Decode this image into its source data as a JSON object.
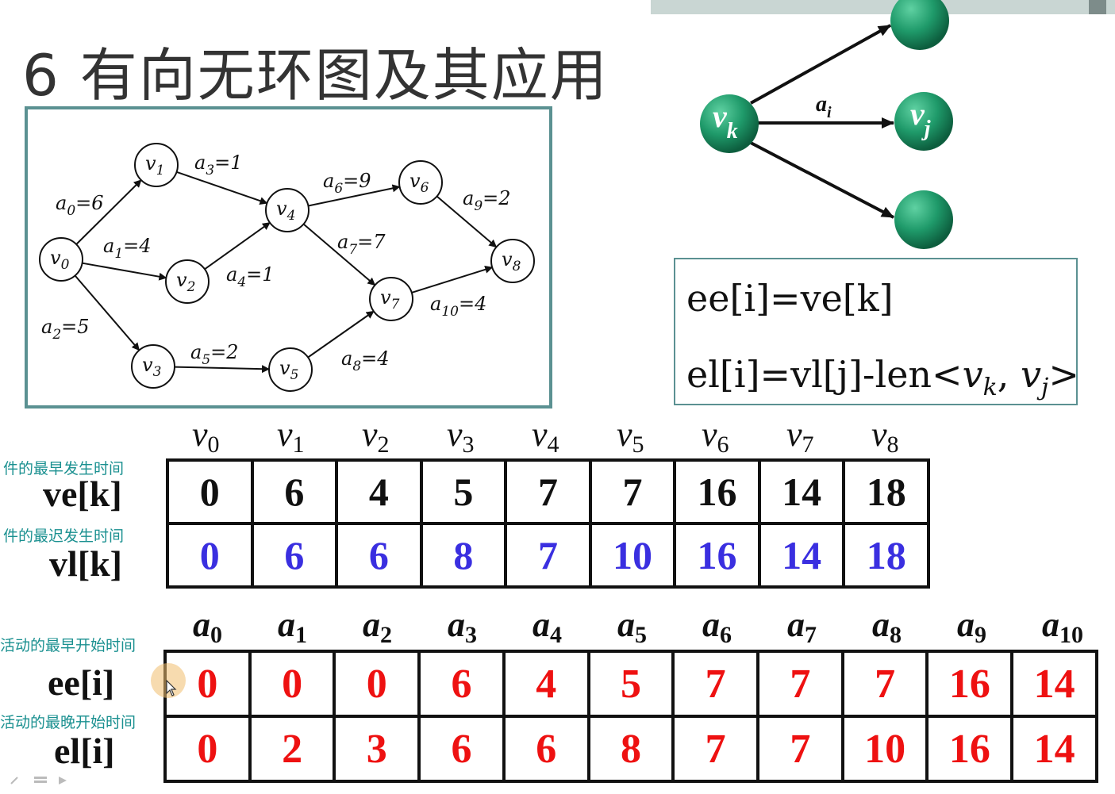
{
  "title": "6 有向无环图及其应用",
  "graph": {
    "nodes": [
      {
        "id": "v0",
        "label": "v",
        "sub": "0"
      },
      {
        "id": "v1",
        "label": "v",
        "sub": "1"
      },
      {
        "id": "v2",
        "label": "v",
        "sub": "2"
      },
      {
        "id": "v3",
        "label": "v",
        "sub": "3"
      },
      {
        "id": "v4",
        "label": "v",
        "sub": "4"
      },
      {
        "id": "v5",
        "label": "v",
        "sub": "5"
      },
      {
        "id": "v6",
        "label": "v",
        "sub": "6"
      },
      {
        "id": "v7",
        "label": "v",
        "sub": "7"
      },
      {
        "id": "v8",
        "label": "v",
        "sub": "8"
      }
    ],
    "edges": [
      {
        "from": "v0",
        "to": "v1",
        "name": "a",
        "sub": "0",
        "weight": "6"
      },
      {
        "from": "v0",
        "to": "v2",
        "name": "a",
        "sub": "1",
        "weight": "4"
      },
      {
        "from": "v0",
        "to": "v3",
        "name": "a",
        "sub": "2",
        "weight": "5"
      },
      {
        "from": "v1",
        "to": "v4",
        "name": "a",
        "sub": "3",
        "weight": "1"
      },
      {
        "from": "v2",
        "to": "v4",
        "name": "a",
        "sub": "4",
        "weight": "1"
      },
      {
        "from": "v3",
        "to": "v5",
        "name": "a",
        "sub": "5",
        "weight": "2"
      },
      {
        "from": "v4",
        "to": "v6",
        "name": "a",
        "sub": "6",
        "weight": "9"
      },
      {
        "from": "v4",
        "to": "v7",
        "name": "a",
        "sub": "7",
        "weight": "7"
      },
      {
        "from": "v5",
        "to": "v7",
        "name": "a",
        "sub": "8",
        "weight": "4"
      },
      {
        "from": "v6",
        "to": "v8",
        "name": "a",
        "sub": "9",
        "weight": "2"
      },
      {
        "from": "v7",
        "to": "v8",
        "name": "a",
        "sub": "10",
        "weight": "4"
      }
    ]
  },
  "diagram": {
    "vk_label": "v",
    "vk_sub": "k",
    "vj_label": "v",
    "vj_sub": "j",
    "edge_label": "a",
    "edge_sub": "i",
    "node_color": "#1f9a6a"
  },
  "formulas": {
    "ee": "ee[i]=ve[k]",
    "el_prefix": "el[i]=vl[j]-len<",
    "el_v1": "v",
    "el_v1_sub": "k",
    "el_sep": ", ",
    "el_v2": "v",
    "el_v2_sub": "j",
    "el_suffix": ">"
  },
  "vertex_table": {
    "headers": [
      {
        "label": "v",
        "sub": "0"
      },
      {
        "label": "v",
        "sub": "1"
      },
      {
        "label": "v",
        "sub": "2"
      },
      {
        "label": "v",
        "sub": "3"
      },
      {
        "label": "v",
        "sub": "4"
      },
      {
        "label": "v",
        "sub": "5"
      },
      {
        "label": "v",
        "sub": "6"
      },
      {
        "label": "v",
        "sub": "7"
      },
      {
        "label": "v",
        "sub": "8"
      }
    ],
    "ve_caption": "件的最早发生时间",
    "ve_label": "ve[k]",
    "ve": [
      "0",
      "6",
      "4",
      "5",
      "7",
      "7",
      "16",
      "14",
      "18"
    ],
    "vl_caption": "件的最迟发生时间",
    "vl_label": "vl[k]",
    "vl": [
      "0",
      "6",
      "6",
      "8",
      "7",
      "10",
      "16",
      "14",
      "18"
    ]
  },
  "activity_table": {
    "headers": [
      {
        "label": "a",
        "sub": "0"
      },
      {
        "label": "a",
        "sub": "1"
      },
      {
        "label": "a",
        "sub": "2"
      },
      {
        "label": "a",
        "sub": "3"
      },
      {
        "label": "a",
        "sub": "4"
      },
      {
        "label": "a",
        "sub": "5"
      },
      {
        "label": "a",
        "sub": "6"
      },
      {
        "label": "a",
        "sub": "7"
      },
      {
        "label": "a",
        "sub": "8"
      },
      {
        "label": "a",
        "sub": "9"
      },
      {
        "label": "a",
        "sub": "10"
      }
    ],
    "ee_caption": "活动的最早开始时间",
    "ee_label": "ee[i]",
    "ee": [
      "0",
      "0",
      "0",
      "6",
      "4",
      "5",
      "7",
      "7",
      "7",
      "16",
      "14"
    ],
    "el_caption": "活动的最晚开始时间",
    "el_label": "el[i]",
    "el": [
      "0",
      "2",
      "3",
      "6",
      "6",
      "8",
      "7",
      "7",
      "10",
      "16",
      "14"
    ]
  },
  "colors": {
    "ve": "#111111",
    "vl": "#3a2fe0",
    "ee": "#ee1111",
    "el": "#ee1111",
    "caption": "#1a9090",
    "box_border": "#5b9192"
  }
}
